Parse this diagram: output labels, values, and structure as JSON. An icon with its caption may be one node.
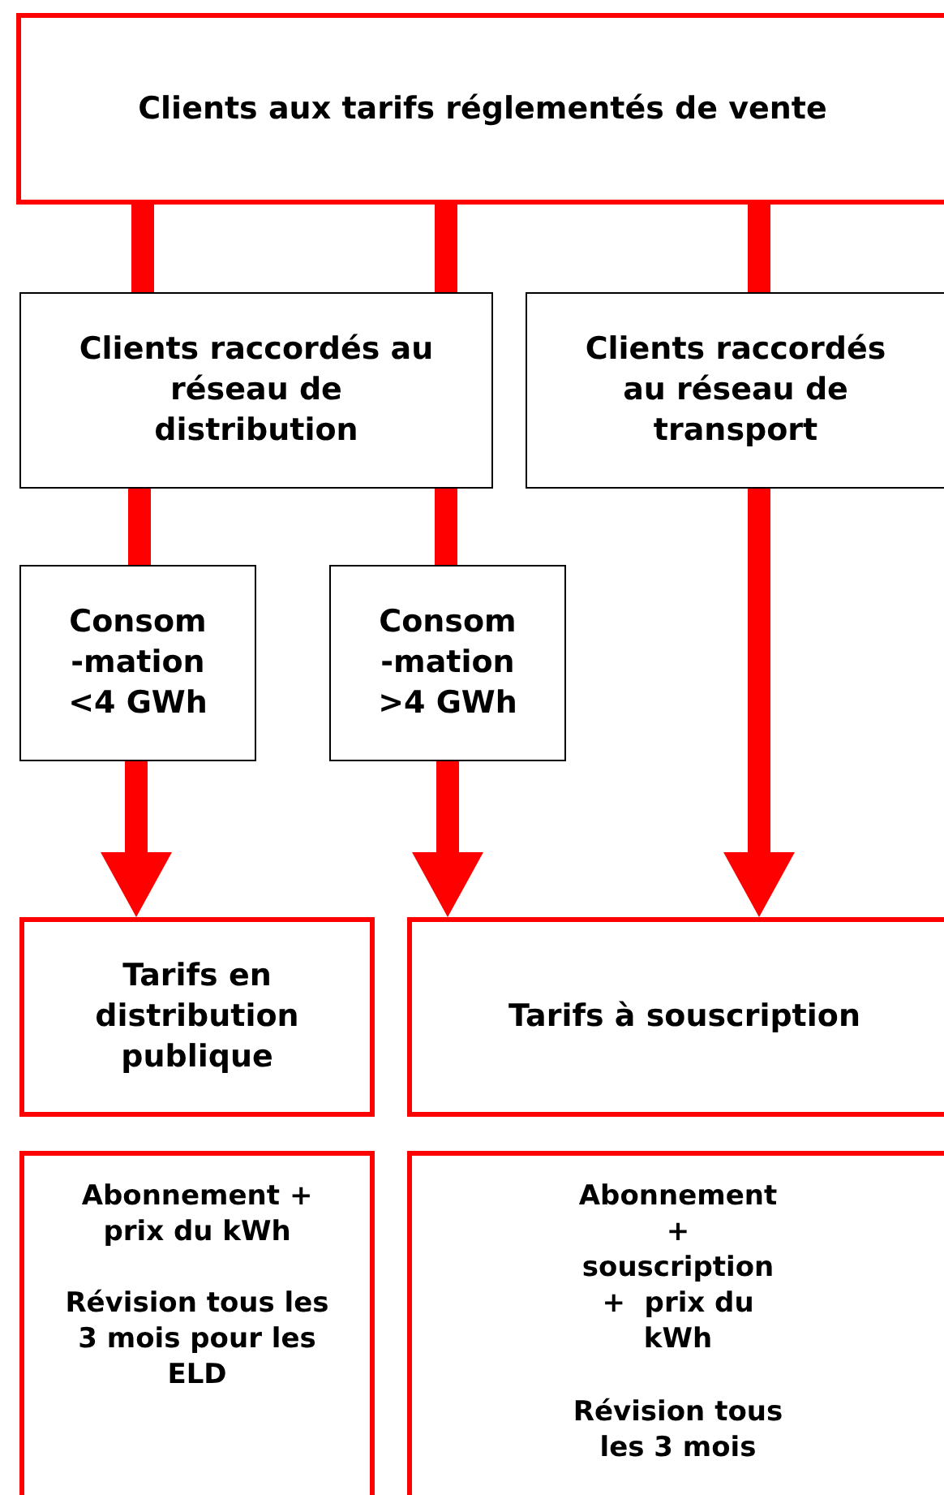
{
  "diagram": {
    "nodes": [
      {
        "text": [
          "Clients aux tarifs réglementés de vente"
        ]
      },
      {
        "text": [
          "Clients raccordés au réseau de distribution"
        ]
      },
      {
        "text": [
          "Clients raccordés au réseau de transport"
        ]
      },
      {
        "text": [
          "Consom -mation <4 GWh"
        ]
      },
      {
        "text": [
          "Consom -mation >4 GWh"
        ]
      },
      {
        "text": [
          "Tarifs en distribution publique"
        ]
      },
      {
        "text": [
          "Tarifs à souscription"
        ]
      },
      {
        "text": [
          "Abonnement + prix du kWh",
          "Révision tous les 3 mois pour les ELD"
        ]
      },
      {
        "text": [
          "Abonnement + souscription +  prix du kWh",
          "Révision tous les 3 mois"
        ]
      }
    ],
    "edges": [
      {
        "from": 0,
        "to": 1,
        "arrow": "none"
      },
      {
        "from": 0,
        "to": 1,
        "arrow": "none"
      },
      {
        "from": 0,
        "to": 2,
        "arrow": "none"
      },
      {
        "from": 1,
        "to": 3,
        "arrow": "none"
      },
      {
        "from": 1,
        "to": 4,
        "arrow": "none"
      },
      {
        "from": 3,
        "to": 5,
        "arrow": "to"
      },
      {
        "from": 4,
        "to": 6,
        "arrow": "to"
      },
      {
        "from": 2,
        "to": 6,
        "arrow": "to"
      }
    ]
  }
}
